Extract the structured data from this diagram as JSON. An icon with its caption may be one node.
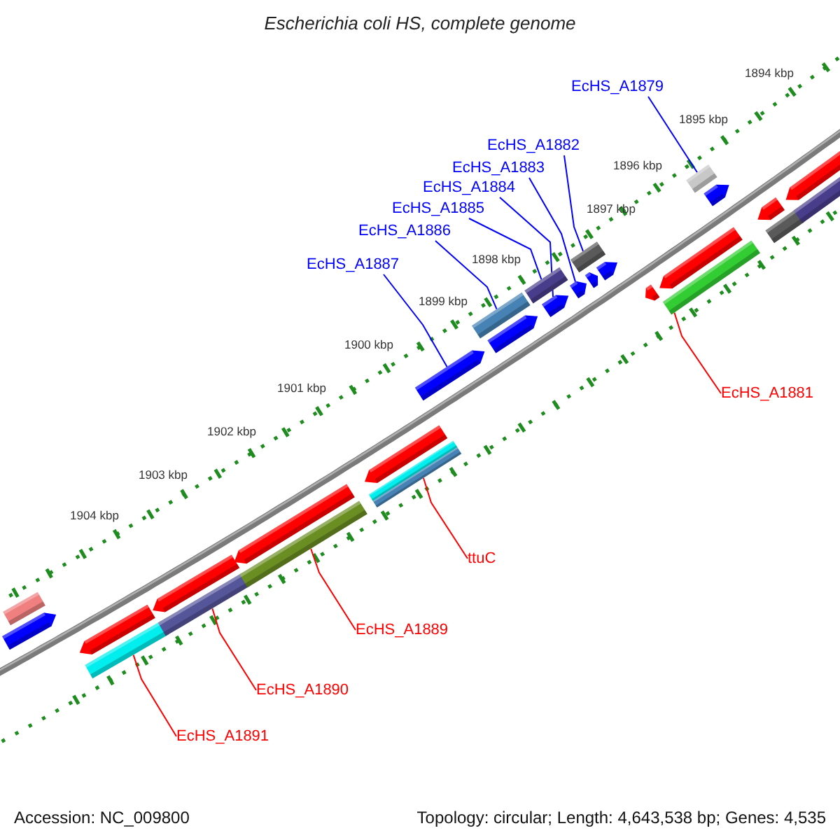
{
  "diagram": {
    "title": "Escherichia coli HS, complete genome",
    "nodes": [
      {
        "text": [
          "EcHS_A1879"
        ]
      },
      {
        "text": [
          "EcHS_A1882"
        ]
      },
      {
        "text": [
          "EcHS_A1883"
        ]
      },
      {
        "text": [
          "EcHS_A1884"
        ]
      },
      {
        "text": [
          "EcHS_A1885"
        ]
      },
      {
        "text": [
          "EcHS_A1886"
        ]
      },
      {
        "text": [
          "EcHS_A1887"
        ]
      },
      {
        "text": [
          "EcHS_A1881"
        ]
      },
      {
        "text": [
          "ttuC"
        ]
      },
      {
        "text": [
          "EcHS_A1889"
        ]
      },
      {
        "text": [
          "EcHS_A1890"
        ]
      },
      {
        "text": [
          "EcHS_A1891"
        ]
      },
      {
        "text": [],
        "shape": "bar"
      },
      {
        "text": [],
        "shape": "bar"
      },
      {
        "text": [],
        "shape": "bar"
      },
      {
        "text": [],
        "shape": "bar"
      },
      {
        "text": [],
        "shape": "bar"
      },
      {
        "text": [],
        "shape": "bar"
      },
      {
        "text": [],
        "shape": "bar"
      },
      {
        "text": [],
        "shape": "bar"
      },
      {
        "text": [],
        "shape": "bar"
      },
      {
        "text": [],
        "shape": "bar"
      },
      {
        "text": [],
        "shape": "bar"
      },
      {
        "text": [],
        "shape": "bar"
      },
      {
        "text": [],
        "shape": "bar"
      },
      {
        "text": [],
        "shape": "bar"
      },
      {
        "text": [],
        "shape": "bar"
      },
      {
        "text": [],
        "shape": "bar"
      },
      {
        "text": [],
        "shape": "bar"
      },
      {
        "text": [],
        "shape": "bar"
      },
      {
        "text": [],
        "shape": "bar"
      },
      {
        "text": [],
        "shape": "bar"
      },
      {
        "text": [],
        "shape": "bar"
      },
      {
        "text": [],
        "shape": "bar"
      },
      {
        "text": [],
        "shape": "bar"
      },
      {
        "text": [],
        "shape": "bar"
      },
      {
        "text": [],
        "shape": "bar"
      },
      {
        "text": [],
        "shape": "bar"
      },
      {
        "text": [],
        "shape": "bar"
      },
      {
        "text": [],
        "shape": "bar"
      },
      {
        "text": [],
        "shape": "bar"
      }
    ],
    "edges": [
      {
        "from": 0,
        "to": 35,
        "arrow": "none"
      },
      {
        "from": 1,
        "to": 29,
        "arrow": "none"
      },
      {
        "from": 2,
        "to": 28,
        "arrow": "none"
      },
      {
        "from": 3,
        "to": 27,
        "arrow": "none"
      },
      {
        "from": 4,
        "to": 26,
        "arrow": "none"
      },
      {
        "from": 5,
        "to": 24,
        "arrow": "none"
      },
      {
        "from": 6,
        "to": 23,
        "arrow": "none"
      },
      {
        "from": 7,
        "to": 34,
        "arrow": "none",
        "color": "#ff0000"
      },
      {
        "from": 8,
        "to": 21,
        "arrow": "none",
        "color": "#ff0000"
      },
      {
        "from": 9,
        "to": 18,
        "arrow": "none",
        "color": "#ff0000"
      },
      {
        "from": 10,
        "to": 16,
        "arrow": "none",
        "color": "#ff0000"
      },
      {
        "from": 11,
        "to": 14,
        "arrow": "none",
        "color": "#ff0000"
      }
    ],
    "labels": [
      "1894 kbp",
      "1895 kbp",
      "1896 kbp",
      "1897 kbp",
      "1898 kbp",
      "1899 kbp",
      "1900 kbp",
      "1901 kbp",
      "1902 kbp",
      "1903 kbp",
      "1904 kbp",
      "Accession: NC_009800",
      "Topology: circular; Length: 4,643,538 bp; Genes: 4,535"
    ]
  }
}
